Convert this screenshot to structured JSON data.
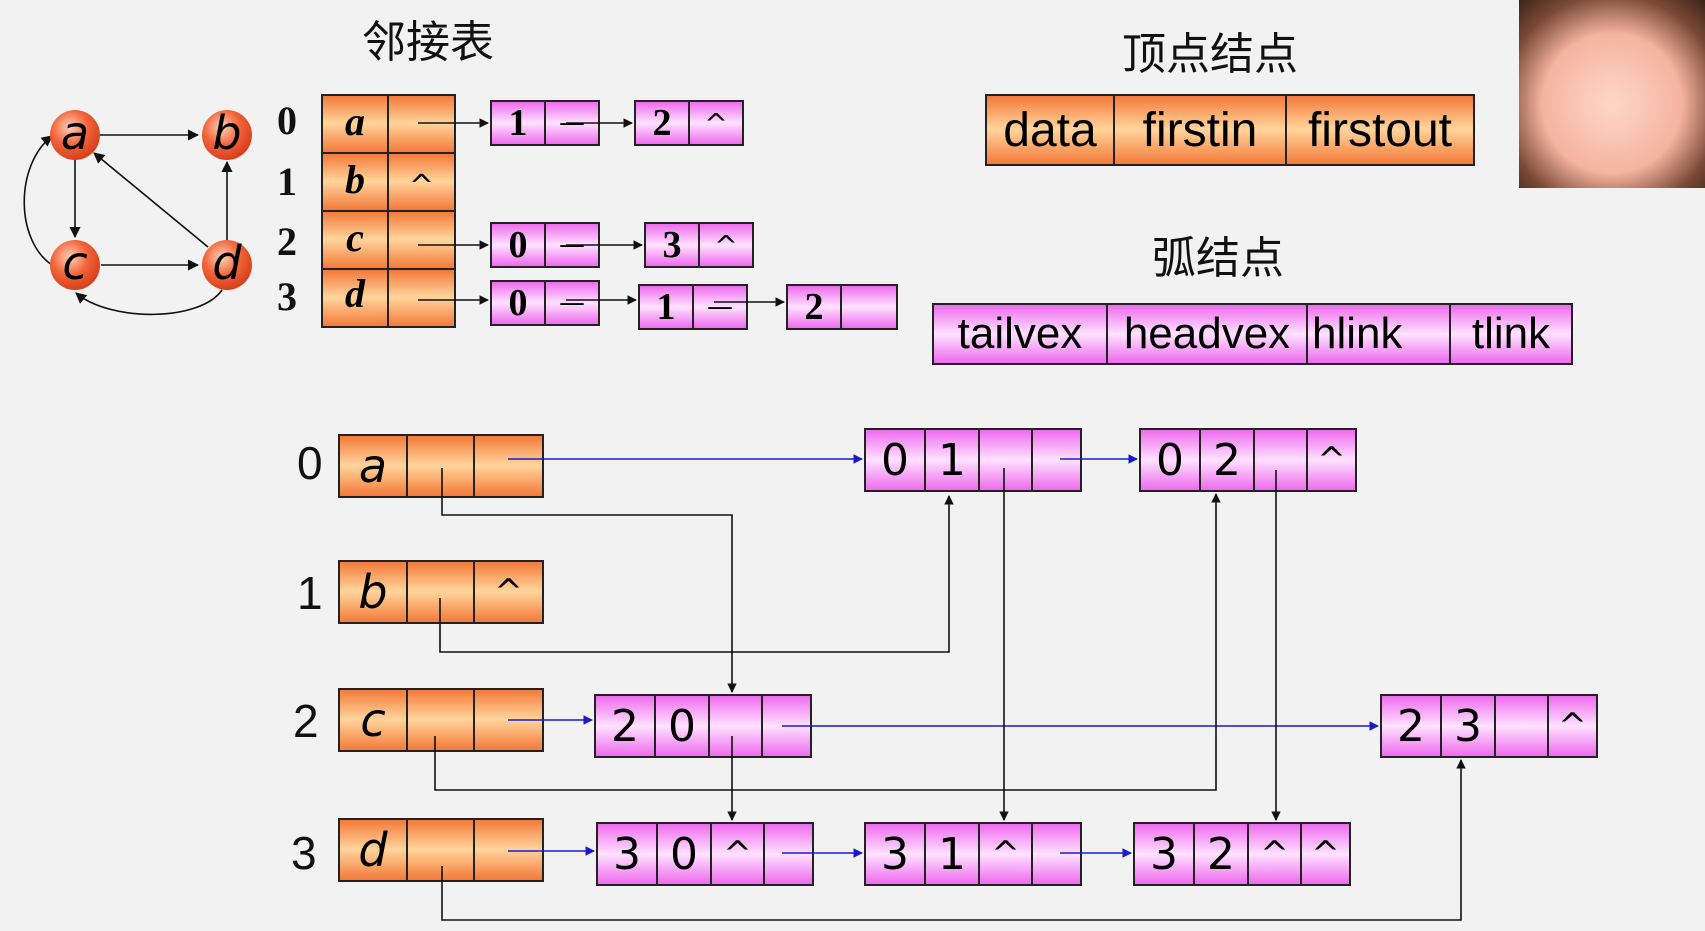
{
  "titles": {
    "adjacency_list": "邻接表",
    "vertex_node": "顶点结点",
    "arc_node": "弧结点"
  },
  "graph": {
    "vertices": [
      "a",
      "b",
      "c",
      "d"
    ]
  },
  "adjacency_list": {
    "indices": [
      "0",
      "1",
      "2",
      "3"
    ],
    "null_mark": "^",
    "rows": [
      {
        "vertex": "a",
        "link": "",
        "nodes": [
          {
            "v": "1",
            "next": "—"
          },
          {
            "v": "2",
            "next": "^"
          }
        ]
      },
      {
        "vertex": "b",
        "link": "^",
        "nodes": []
      },
      {
        "vertex": "c",
        "link": "",
        "nodes": [
          {
            "v": "0",
            "next": "—"
          },
          {
            "v": "3",
            "next": "^"
          }
        ]
      },
      {
        "vertex": "d",
        "link": "",
        "nodes": [
          {
            "v": "0",
            "next": "—"
          },
          {
            "v": "1",
            "next": "—"
          },
          {
            "v": "2",
            "next": ""
          }
        ]
      }
    ]
  },
  "vertex_fields": [
    "data",
    "firstin",
    "firstout"
  ],
  "arc_fields": [
    "tailvex",
    "headvex",
    "hlink",
    "tlink"
  ],
  "orthogonal": {
    "vertices": [
      {
        "index": "0",
        "data": "a",
        "firstin": "",
        "firstout": ""
      },
      {
        "index": "1",
        "data": "b",
        "firstin": "",
        "firstout": "^"
      },
      {
        "index": "2",
        "data": "c",
        "firstin": "",
        "firstout": ""
      },
      {
        "index": "3",
        "data": "d",
        "firstin": "",
        "firstout": ""
      }
    ],
    "arcs": [
      {
        "id": "a01",
        "tail": "0",
        "head": "1",
        "hlink": "",
        "tlink": ""
      },
      {
        "id": "a02",
        "tail": "0",
        "head": "2",
        "hlink": "",
        "tlink": "^"
      },
      {
        "id": "a20",
        "tail": "2",
        "head": "0",
        "hlink": "",
        "tlink": ""
      },
      {
        "id": "a23",
        "tail": "2",
        "head": "3",
        "hlink": "",
        "tlink": "^"
      },
      {
        "id": "a30",
        "tail": "3",
        "head": "0",
        "hlink": "^",
        "tlink": ""
      },
      {
        "id": "a31",
        "tail": "3",
        "head": "1",
        "hlink": "^",
        "tlink": ""
      },
      {
        "id": "a32",
        "tail": "3",
        "head": "2",
        "hlink": "^",
        "tlink": "^"
      }
    ]
  }
}
